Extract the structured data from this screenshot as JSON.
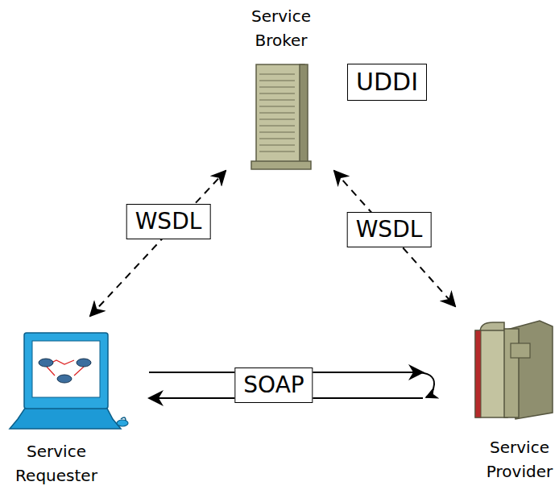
{
  "diagram": {
    "nodes": [
      {
        "text": [
          "Service Broker"
        ]
      },
      {
        "text": [
          "UDDI"
        ]
      },
      {
        "text": [
          "Service Requester"
        ]
      },
      {
        "text": [
          "Service Provider"
        ]
      }
    ],
    "edges": [
      {
        "from": 2,
        "to": 0,
        "arrow": "both",
        "label": "WSDL"
      },
      {
        "from": 0,
        "to": 3,
        "arrow": "both",
        "label": "WSDL"
      },
      {
        "from": 2,
        "to": 3,
        "arrow": "to",
        "label": "SOAP"
      },
      {
        "from": 3,
        "to": 2,
        "arrow": "to"
      }
    ]
  }
}
